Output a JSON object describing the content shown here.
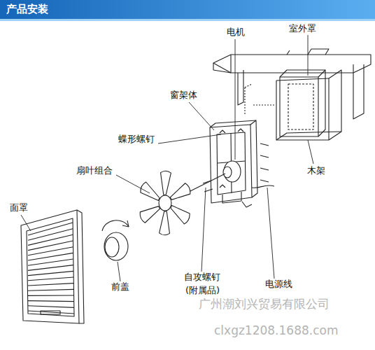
{
  "diagram": {
    "title": "产品安装",
    "labels": [
      "电机",
      "室外罩",
      "窗架体",
      "蝶形螺钉",
      "扇叶组合",
      "木架",
      "面罩",
      "自攻螺钉",
      "(附属品)",
      "电源线",
      "前盖",
      "广州潮刘兴贸易有限公司",
      "clxgz1208.1688.com"
    ]
  }
}
